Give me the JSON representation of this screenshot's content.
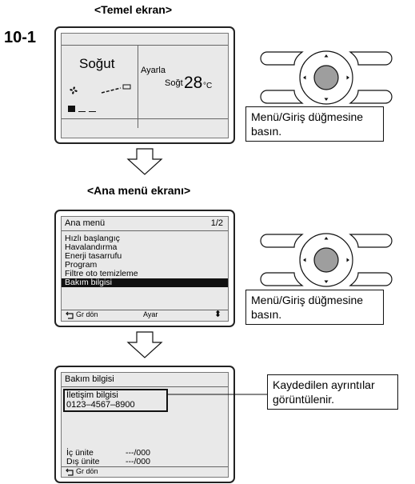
{
  "step_number": "10-1",
  "section1": {
    "title": "<Temel ekran>",
    "mode_label": "Soğut",
    "set_label": "Ayarla",
    "set_mode": "Soğt",
    "temperature": "28",
    "unit": "°C"
  },
  "callout1": {
    "text": "Menü/Giriş düğmesine basın."
  },
  "section2": {
    "title": "<Ana menü ekranı>",
    "header": "Ana menü",
    "page": "1/2",
    "items": [
      "Hızlı başlangıç",
      "Havalandırma",
      "Enerji tasarrufu",
      "Program",
      "Filtre oto temizleme",
      "Bakım bilgisi"
    ],
    "selected_index": 5,
    "footer_back": "Gr dön",
    "footer_set": "Ayar",
    "footer_arrows": "⬍"
  },
  "callout2": {
    "text": "Menü/Giriş düğmesine basın."
  },
  "section3": {
    "header": "Bakım bilgisi",
    "contact_label": "İletişim bilgisi",
    "contact_number": "0123–4567–8900",
    "indoor_label": "İç ünite",
    "indoor_value": "---/000",
    "outdoor_label": "Dış ünite",
    "outdoor_value": "---/000",
    "footer_back": "Gr dön"
  },
  "callout3": {
    "text": "Kaydedilen ayrıntılar görüntülenir."
  }
}
